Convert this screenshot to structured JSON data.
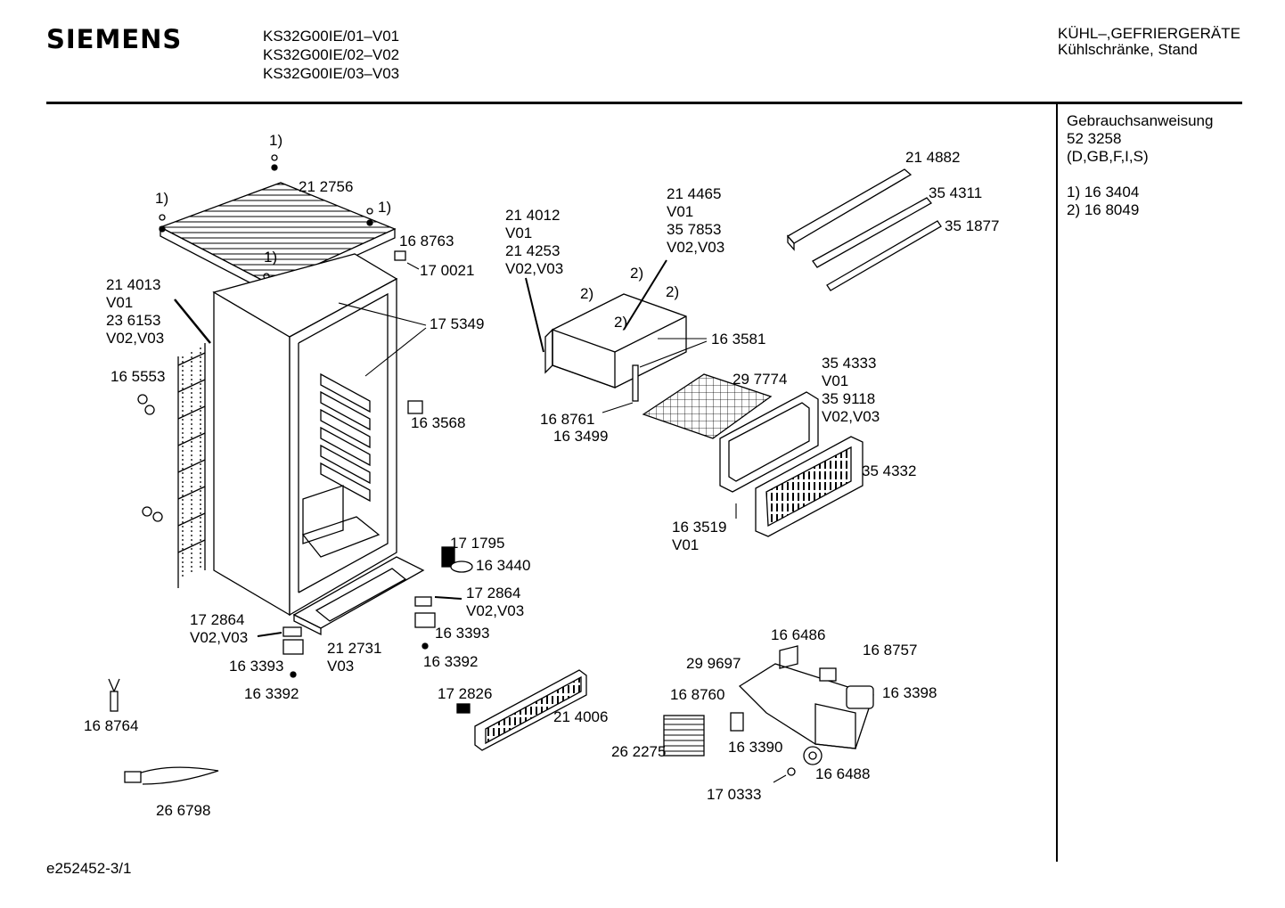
{
  "header": {
    "brand": "SIEMENS",
    "models": [
      "KS32G00IE/01–V01",
      "KS32G00IE/02–V02",
      "KS32G00IE/03–V03"
    ],
    "category": "KÜHL–,GEFRIERGERÄTE",
    "subcategory": "Kühlschränke, Stand"
  },
  "sidebar": {
    "manual_label": "Gebrauchsanweisung",
    "manual_number": "52 3258",
    "manual_languages": "(D,GB,F,I,S)",
    "notes": [
      "1) 16 3404",
      "2) 16 8049"
    ]
  },
  "parts": [
    {
      "lines": [
        "1)"
      ]
    },
    {
      "lines": [
        "21 2756"
      ]
    },
    {
      "lines": [
        "1)"
      ]
    },
    {
      "lines": [
        "1)"
      ]
    },
    {
      "lines": [
        "1)"
      ]
    },
    {
      "lines": [
        "16 8763"
      ]
    },
    {
      "lines": [
        "17 0021"
      ]
    },
    {
      "lines": [
        "21 4013",
        "V01",
        "23 6153",
        "V02,V03"
      ]
    },
    {
      "lines": [
        "17 5349"
      ]
    },
    {
      "lines": [
        "16 5553"
      ]
    },
    {
      "lines": [
        "16 3568"
      ]
    },
    {
      "lines": [
        "21 4012",
        "V01",
        "21 4253",
        "V02,V03"
      ]
    },
    {
      "lines": [
        "21 4465",
        "V01",
        "35 7853",
        "V02,V03"
      ]
    },
    {
      "lines": [
        "2)"
      ]
    },
    {
      "lines": [
        "2)"
      ]
    },
    {
      "lines": [
        "2)"
      ]
    },
    {
      "lines": [
        "2)"
      ]
    },
    {
      "lines": [
        "16 3581"
      ]
    },
    {
      "lines": [
        "16 8761"
      ]
    },
    {
      "lines": [
        "16 3499"
      ]
    },
    {
      "lines": [
        "29 7774"
      ]
    },
    {
      "lines": [
        "35 4333",
        "V01",
        "35 9118",
        "V02,V03"
      ]
    },
    {
      "lines": [
        "35 4332"
      ]
    },
    {
      "lines": [
        "16 3519",
        "V01"
      ]
    },
    {
      "lines": [
        "21 4882"
      ]
    },
    {
      "lines": [
        "35 4311"
      ]
    },
    {
      "lines": [
        "35 1877"
      ]
    },
    {
      "lines": [
        "17 1795"
      ]
    },
    {
      "lines": [
        "16 3440"
      ]
    },
    {
      "lines": [
        "17 2864",
        "V02,V03"
      ]
    },
    {
      "lines": [
        "16 3393"
      ]
    },
    {
      "lines": [
        "16 3392"
      ]
    },
    {
      "lines": [
        "17 2864",
        "V02,V03"
      ]
    },
    {
      "lines": [
        "21 2731",
        "V03"
      ]
    },
    {
      "lines": [
        "16 3393"
      ]
    },
    {
      "lines": [
        "16 3392"
      ]
    },
    {
      "lines": [
        "16 8764"
      ]
    },
    {
      "lines": [
        "26 6798"
      ]
    },
    {
      "lines": [
        "17 2826"
      ]
    },
    {
      "lines": [
        "21 4006"
      ]
    },
    {
      "lines": [
        "16 6486"
      ]
    },
    {
      "lines": [
        "16 8757"
      ]
    },
    {
      "lines": [
        "29 9697"
      ]
    },
    {
      "lines": [
        "16 3398"
      ]
    },
    {
      "lines": [
        "16 8760"
      ]
    },
    {
      "lines": [
        "26 2275"
      ]
    },
    {
      "lines": [
        "16 3390"
      ]
    },
    {
      "lines": [
        "16 6488"
      ]
    },
    {
      "lines": [
        "17 0333"
      ]
    }
  ],
  "footer": {
    "diagram_id": "e252452-3/1"
  }
}
